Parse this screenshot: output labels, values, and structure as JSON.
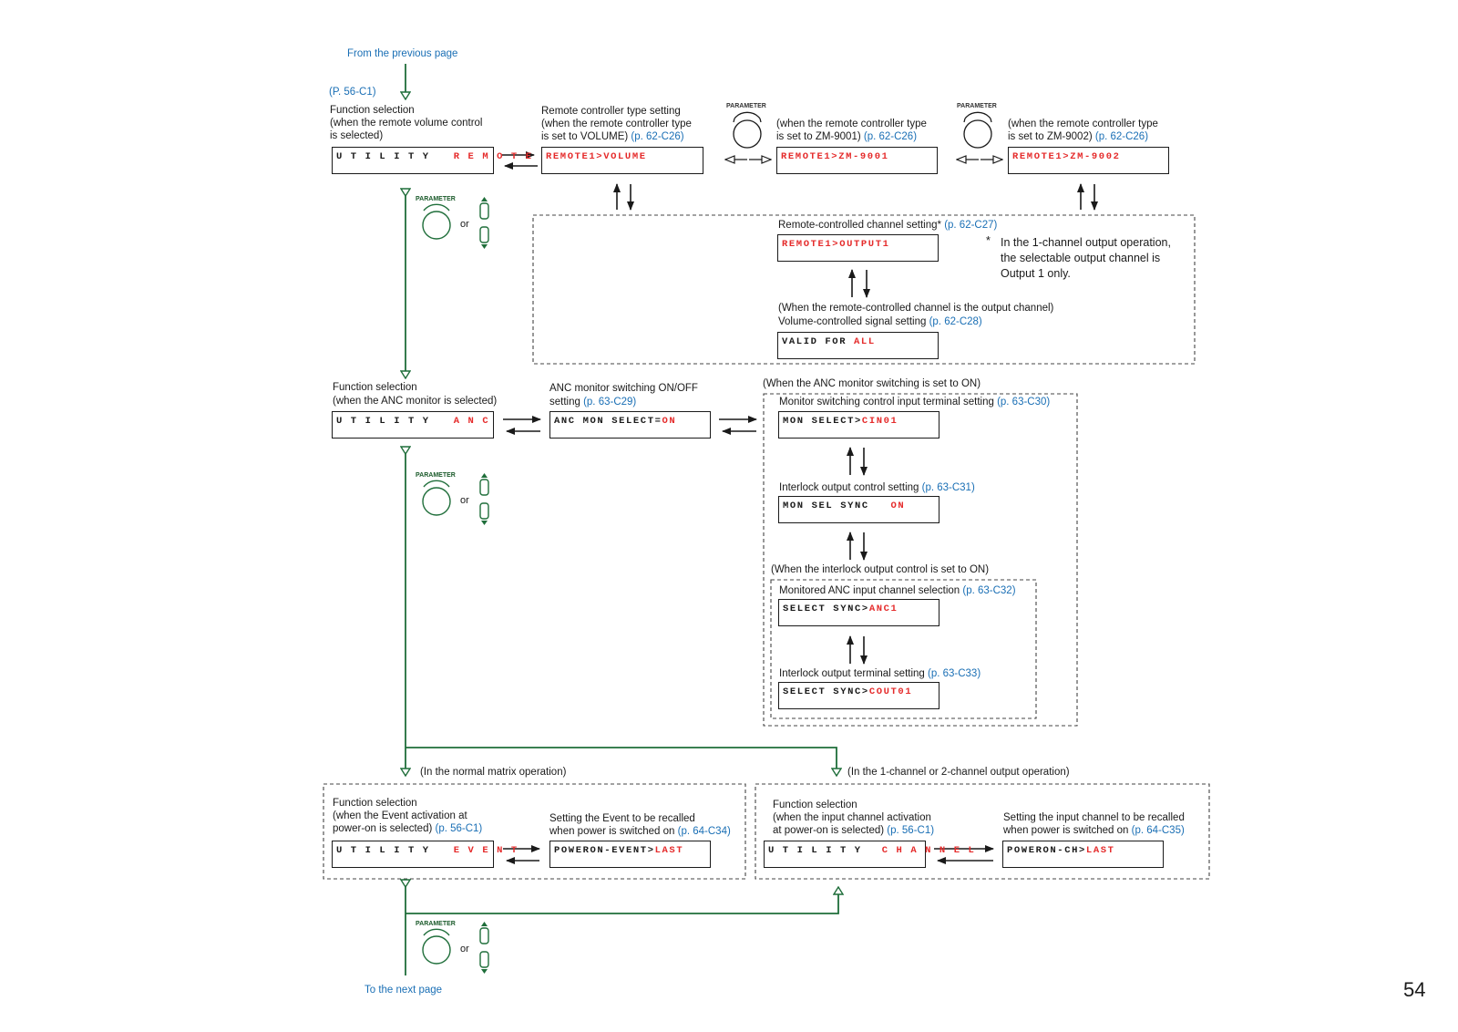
{
  "page_number": "54",
  "nav": {
    "from_prev": "From the previous page",
    "prev_ref": "(P. 56-C1)",
    "to_next": "To the next page"
  },
  "controls": {
    "parameter_label": "PARAMETER",
    "or_label": "or"
  },
  "remote": {
    "fs_l1": "Function selection",
    "fs_l2": "(when the remote volume control",
    "fs_l3": "is selected)",
    "fs_lcd_a": "U T I L I T Y",
    "fs_lcd_b": "R E M O T E",
    "type_l1": "Remote controller type setting",
    "type_l2": "(when the remote controller type",
    "type_l3a": "is set to VOLUME) ",
    "type_ref": "(p. 62-C26)",
    "type_lcd_a": "REMOTE1>",
    "type_lcd_b": "VOLUME",
    "zm1_l1": "(when the remote controller type",
    "zm1_l2a": "is set to ZM-9001) ",
    "zm1_ref": "(p. 62-C26)",
    "zm1_lcd": "REMOTE1>ZM-9001",
    "zm2_l1": "(when the remote controller type",
    "zm2_l2a": "is set to ZM-9002) ",
    "zm2_ref": "(p. 62-C26)",
    "zm2_lcd": "REMOTE1>ZM-9002",
    "ch_title": "Remote-controlled channel setting* ",
    "ch_ref": "(p. 62-C27)",
    "ch_lcd": "REMOTE1>OUTPUT1",
    "note_star": "*",
    "note_l1": "In the 1-channel output operation,",
    "note_l2": "the selectable output channel is",
    "note_l3": "Output 1 only.",
    "sig_l1": "(When the remote-controlled channel is the output channel)",
    "sig_l2a": "Volume-controlled signal setting ",
    "sig_ref": "(p. 62-C28)",
    "sig_lcd_a": "VALID FOR ",
    "sig_lcd_b": "ALL"
  },
  "anc": {
    "fs_l1": "Function selection",
    "fs_l2": "(when the ANC monitor is selected)",
    "fs_lcd_a": "U T I L I T Y",
    "fs_lcd_b": "A N C",
    "mon_l1": "ANC monitor switching ON/OFF",
    "mon_l2a": "setting ",
    "mon_ref": "(p. 63-C29)",
    "mon_lcd_a": "ANC MON SELECT=",
    "mon_lcd_b": "ON",
    "when_on": "(When the ANC monitor switching is set to ON)",
    "term_title": "Monitor switching control input terminal setting ",
    "term_ref": "(p. 63-C30)",
    "term_lcd_a": "MON SELECT>",
    "term_lcd_b": "CIN01",
    "il_title": "Interlock output control setting ",
    "il_ref": "(p. 63-C31)",
    "il_lcd_a": "MON SEL SYNC   ",
    "il_lcd_b": "ON",
    "when_il": "(When the interlock output control is set to ON)",
    "ch_title": "Monitored ANC input channel selection ",
    "ch_ref": "(p. 63-C32)",
    "ch_lcd_a": "SELECT SYNC>",
    "ch_lcd_b": "ANC1",
    "ot_title": "Interlock output terminal setting ",
    "ot_ref": "(p. 63-C33)",
    "ot_lcd_a": "SELECT SYNC>",
    "ot_lcd_b": "COUT01"
  },
  "power": {
    "normal": "(In the normal matrix operation)",
    "onech": "(In the 1-channel or 2-channel output operation)",
    "ev_l1": "Function selection",
    "ev_l2": "(when the Event activation at",
    "ev_l3a": "power-on is selected) ",
    "ev_ref": "(p. 56-C1)",
    "ev_lcd_a": "U T I L I T Y",
    "ev_lcd_b": "E V E N T",
    "evr_l1": "Setting the Event to be recalled",
    "evr_l2a": "when power is switched on ",
    "evr_ref": "(p. 64-C34)",
    "evr_lcd_a": "POWERON-EVENT>",
    "evr_lcd_b": "LAST",
    "ch_l1": "Function selection",
    "ch_l2": "(when the input channel activation",
    "ch_l3a": "at power-on is selected) ",
    "ch_ref": "(p. 56-C1)",
    "ch_lcd_a": "U T I L I T Y",
    "ch_lcd_b": "C H A N N E L",
    "chr_l1": "Setting the input channel to be recalled",
    "chr_l2a": "when power is switched on ",
    "chr_ref": "(p. 64-C35)",
    "chr_lcd_a": "POWERON-CH>",
    "chr_lcd_b": "LAST"
  },
  "colors": {
    "green": "#1f6e3a",
    "blue": "#1a6fb5",
    "red": "#e52b2b"
  }
}
